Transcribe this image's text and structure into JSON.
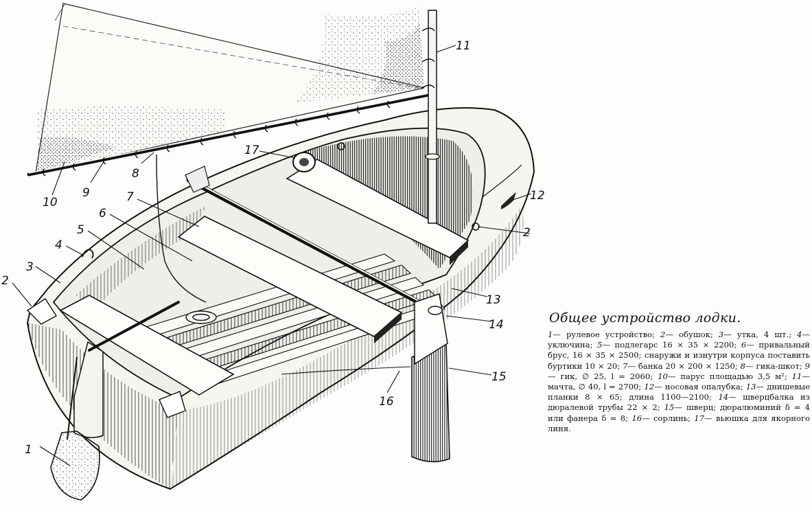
{
  "callouts": [
    {
      "id": "1",
      "label": "1"
    },
    {
      "id": "2a",
      "label": "2"
    },
    {
      "id": "2b",
      "label": "2"
    },
    {
      "id": "3",
      "label": "3"
    },
    {
      "id": "4",
      "label": "4"
    },
    {
      "id": "5",
      "label": "5"
    },
    {
      "id": "6",
      "label": "6"
    },
    {
      "id": "7",
      "label": "7"
    },
    {
      "id": "8",
      "label": "8"
    },
    {
      "id": "9",
      "label": "9"
    },
    {
      "id": "10",
      "label": "10"
    },
    {
      "id": "11",
      "label": "11"
    },
    {
      "id": "12",
      "label": "12"
    },
    {
      "id": "13",
      "label": "13"
    },
    {
      "id": "14",
      "label": "14"
    },
    {
      "id": "15",
      "label": "15"
    },
    {
      "id": "16",
      "label": "16"
    },
    {
      "id": "17",
      "label": "17"
    }
  ],
  "caption": {
    "title": "Общее устройство лодки.",
    "items": [
      {
        "num": "1",
        "text": "— рулевое устройство;"
      },
      {
        "num": "2",
        "text": "— обушок;"
      },
      {
        "num": "3",
        "text": "— утка, 4 шт.;"
      },
      {
        "num": "4",
        "text": "— уключина;"
      },
      {
        "num": "5",
        "text": "— подлегарс 16 × 35 × 2200;"
      },
      {
        "num": "6",
        "text": "— привальный брус, 16 × 35 × 2500; снаружи и изнутри корпуса поставить буртики 10 × 20;"
      },
      {
        "num": "7",
        "text": "— банка 20 × 200 × 1250;"
      },
      {
        "num": "8",
        "text": "— гика-шкот;"
      },
      {
        "num": "9",
        "text": "— гик, ∅ 25, l = 2060;"
      },
      {
        "num": "10",
        "text": "— парус площадью 3,5 м²;"
      },
      {
        "num": "11",
        "text": "— мачта, ∅ 40, l = 2700;"
      },
      {
        "num": "12",
        "text": "— носовая опалубка;"
      },
      {
        "num": "13",
        "text": "— днишевые планки 8 × 65; длина 1100—2100;"
      },
      {
        "num": "14",
        "text": "— шверцбалка из дюралевой трубы 22 × 2;"
      },
      {
        "num": "15",
        "text": "— шверц; дюралюминий δ = 4 или фанера δ = 8;"
      },
      {
        "num": "16",
        "text": "— сорлинь;"
      },
      {
        "num": "17",
        "text": "— вьюшка для якорного линя."
      }
    ]
  }
}
